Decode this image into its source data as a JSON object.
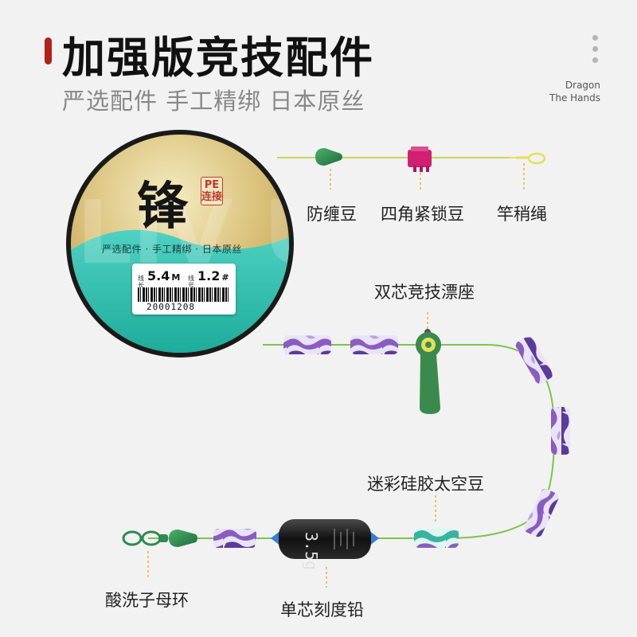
{
  "header": {
    "title": "加强版竞技配件",
    "subtitle": "严选配件 手工精绑 日本原丝"
  },
  "brand": {
    "line1": "Dragon",
    "line2": "The Hands"
  },
  "spool": {
    "name": "锋",
    "badge": "PE连接",
    "tagline": "严选配件 · 手工精绑 · 日本原丝",
    "watermark": "LIV U",
    "tag": {
      "length_label": "线长",
      "length_value": "5.4",
      "length_unit": "M",
      "size_label": "线号",
      "size_value": "1.2",
      "size_unit": "#",
      "barcode_number": "20001208"
    }
  },
  "labels": {
    "anti_tangle_bead": "防缠豆",
    "four_corner_lock_bead": "四角紧锁豆",
    "rod_tip_line": "竿稍绳",
    "double_core_float_seat": "双芯竞技漂座",
    "camo_silicone_space_bead": "迷彩硅胶太空豆",
    "swivel": "酸洗子母环",
    "single_core_sinker": "单芯刻度铅"
  },
  "sinker_marking": "3.5g",
  "colors": {
    "accent": "#b3211a",
    "line_green": "#7ec44a",
    "line_yellow": "#e4e05a",
    "bead_green": "#2f8a52",
    "lock_bead": "#d11f72",
    "float_seat": "#3a8a4d",
    "bead_purple": "#8a5cc2",
    "bead_teal": "#39b3a0"
  }
}
